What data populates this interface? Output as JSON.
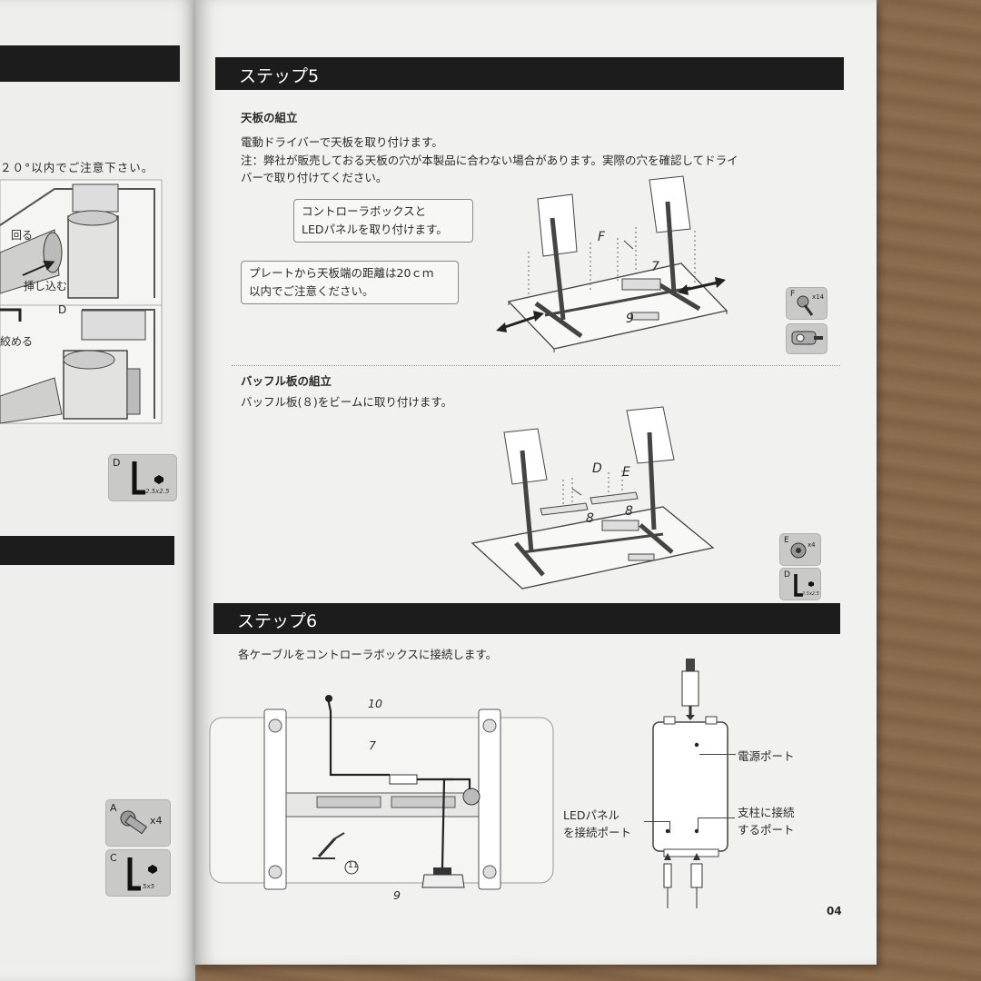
{
  "left_page": {
    "partial_note": "２０°以内でご注意下さい。",
    "label_rotate": "回る",
    "label_insert": "挿し込む",
    "label_d": "D",
    "label_tighten": "絞める",
    "tool_d": {
      "letter": "D",
      "size": "2.5x2.5"
    },
    "tool_a": {
      "letter": "A",
      "qty": "x4"
    },
    "tool_c": {
      "letter": "C",
      "size": "5x5"
    }
  },
  "step5": {
    "title": "ステップ5",
    "tabletop": {
      "heading": "天板の組立",
      "line1": "電動ドライバーで天板を取り付けます。",
      "line2": "注：弊社が販売しておる天板の穴が本製品に合わない場合があります。実際の穴を確認してドライ",
      "line3": "バーで取り付けてください。",
      "callout1_line1": "コントローラボックスと",
      "callout1_line2": "LEDパネルを取り付けます。",
      "callout2_line1": "プレートから天板端の距離は20ｃｍ",
      "callout2_line2": "以内でご注意ください。",
      "label_f": "F",
      "label_7": "7",
      "label_9": "9",
      "tool_f": {
        "letter": "F",
        "qty": "x14"
      }
    },
    "baffle": {
      "heading": "バッフル板の組立",
      "line1": "バッフル板(８)をビームに取り付けます。",
      "label_d": "D",
      "label_e": "E",
      "label_8a": "8",
      "label_8b": "8",
      "tool_e": {
        "letter": "E",
        "qty": "x4"
      },
      "tool_d": {
        "letter": "D",
        "size": "2.5x2.5"
      }
    }
  },
  "step6": {
    "title": "ステップ6",
    "instruction": "各ケーブルをコントローラボックスに接続します。",
    "label_10": "10",
    "label_7": "7",
    "label_11": "11",
    "label_9": "9",
    "power_port": "電源ポート",
    "led_port_line1": "LEDパネル",
    "led_port_line2": "を接続ポート",
    "column_port_line1": "支柱に接続",
    "column_port_line2": "するポート"
  },
  "page_number": "04"
}
